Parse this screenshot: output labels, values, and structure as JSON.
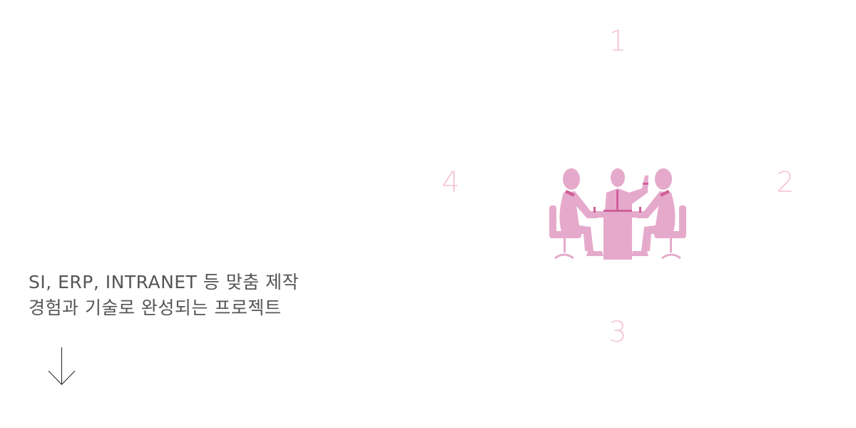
{
  "steps": [
    "1",
    "2",
    "3",
    "4"
  ],
  "headline": {
    "line1": "SI, ERP, INTRANET 등 맞춤 제작",
    "line2": "경험과 기술로 완성되는 프로젝트"
  },
  "icons": {
    "illustration": "business-meeting-icon",
    "scroll": "arrow-down-icon"
  },
  "colors": {
    "number": "#f5c6db",
    "figure": "#e5aacb",
    "figure_accent": "#d0609a",
    "text": "#555555"
  }
}
